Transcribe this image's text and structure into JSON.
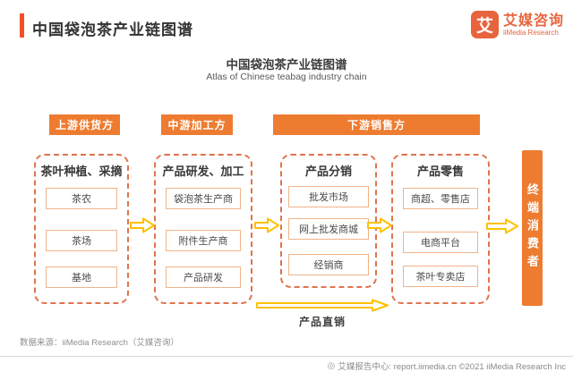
{
  "header": {
    "title": "中国袋泡茶产业链图谱",
    "logo": {
      "icon_char": "艾",
      "name": "艾媒咨询",
      "subname": "iiMedia Research"
    }
  },
  "figure": {
    "title": "中国袋泡茶产业链图谱",
    "subtitle": "Atlas of Chinese teabag industry chain"
  },
  "stage_tags": [
    {
      "label": "上游供货方"
    },
    {
      "label": "中游加工方"
    },
    {
      "label": "下游销售方"
    }
  ],
  "columns": [
    {
      "title": "茶叶种植、采摘",
      "boxes": [
        "茶农",
        "茶场",
        "基地"
      ]
    },
    {
      "title": "产品研发、加工",
      "boxes": [
        "袋泡茶生产商",
        "附件生产商",
        "产品研发"
      ]
    },
    {
      "title": "产品分销",
      "boxes": [
        "批发市场",
        "网上批发商城",
        "经销商"
      ]
    },
    {
      "title": "产品零售",
      "boxes": [
        "商超、零售店",
        "电商平台",
        "茶叶专卖店"
      ]
    }
  ],
  "consumer_bar": {
    "label": "终端消费者"
  },
  "direct_sales": {
    "label": "产品直销"
  },
  "footer": {
    "source": "数据来源：iiMedia Research（艾媒咨询）",
    "report": "艾媒报告中心: report.iimedia.cn ©2021 iiMedia Research Inc",
    "report_icon": "◎"
  },
  "colors": {
    "brand_orange": "#ED7C31",
    "accent_red_orange": "#F0512B",
    "logo_orange": "#E8643C",
    "dashed_border": "#E0734D",
    "box_border": "#EFB489",
    "arrow_yellow": "#FFC000"
  }
}
